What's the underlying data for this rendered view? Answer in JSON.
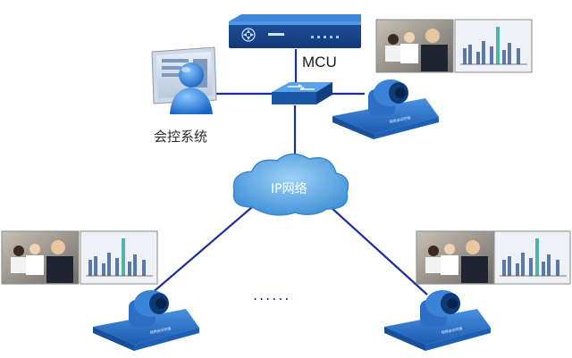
{
  "diagram": {
    "mcu_label": "MCU",
    "control_label": "会控系统",
    "network_label": "IP网络",
    "ellipsis": "......",
    "colors": {
      "link": "#1b2f9e",
      "device_blue": "#1f5fb8",
      "cloud": "#5aa7e6",
      "chart_bar": "#5b78a8",
      "chart_accent": "#4fb3a6"
    },
    "nodes": [
      "mcu-server",
      "network-switch",
      "control-system",
      "terminal-top-right",
      "terminal-bottom-left",
      "terminal-bottom-right",
      "ip-network-cloud"
    ]
  }
}
